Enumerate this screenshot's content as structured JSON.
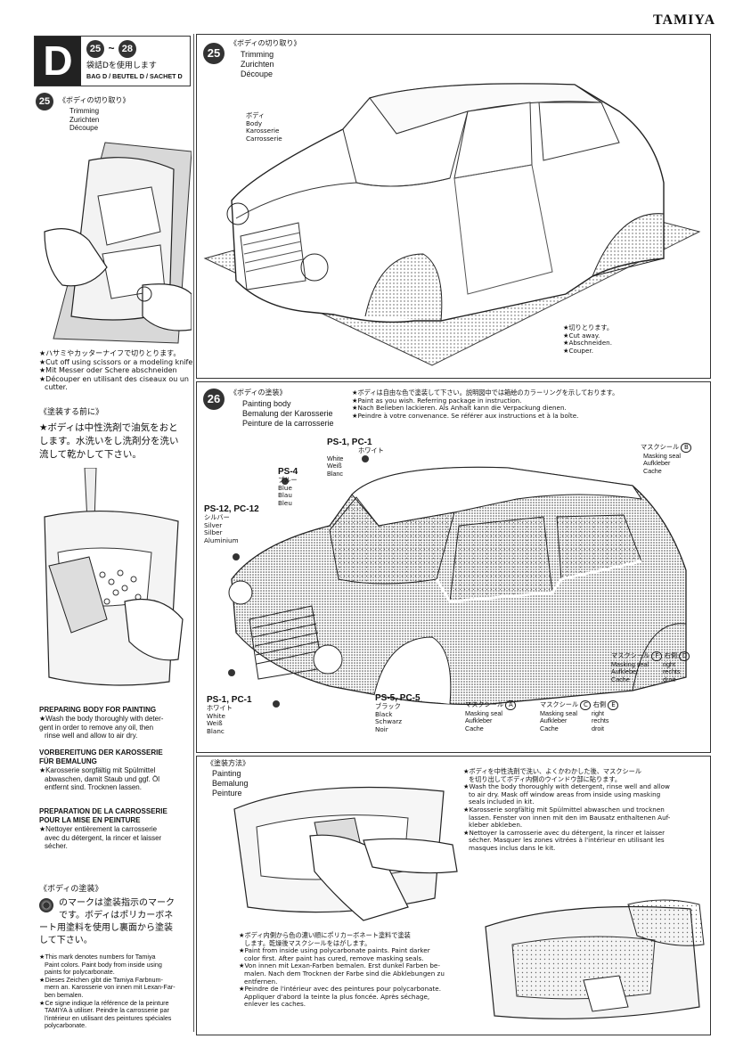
{
  "brand": "TAMIYA",
  "header": {
    "letter": "D",
    "step_from": "25",
    "step_sep": "~",
    "step_to": "28",
    "bag_jp": "袋詰Dを使用します",
    "bag": "BAG D / BEUTEL D / SACHET D"
  },
  "step25_small": {
    "num": "25",
    "title_jp": "《ボディの切り取り》",
    "title_lines": [
      "Trimming",
      "Zurichten",
      "Découpe"
    ],
    "notes": [
      "★ハサミやカッターナイフで切りとります。",
      "★Cut off using scissors or a modeling knife.",
      "★Mit Messer oder Schere abschneiden",
      "★Découper en utilisant des ciseaux ou un",
      "cutter."
    ]
  },
  "step25_big": {
    "num": "25",
    "title_jp": "《ボディの切り取り》",
    "title_lines": [
      "Trimming",
      "Zurichten",
      "Découpe"
    ],
    "body_label": [
      "ボディ",
      "Body",
      "Karosserie",
      "Carrosserie"
    ],
    "cut_notes": [
      "★切りとります。",
      "★Cut away.",
      "★Abschneiden.",
      "★Couper."
    ]
  },
  "prep": {
    "title_jp": "《塗装する前に》",
    "text_jp": [
      "★ボディは中性洗剤で油気をおと",
      "します。水洗いをし洗剤分を洗い",
      "流して乾かして下さい。"
    ],
    "en_title": "PREPARING BODY FOR PAINTING",
    "en_text": [
      "★Wash the body thoroughly with deter-",
      "gent in order to remove any oil, then",
      "rinse well and allow to air dry."
    ],
    "de_title": [
      "VORBEREITUNG DER KAROSSERIE",
      "FÜR BEMALUNG"
    ],
    "de_text": [
      "★Karosserie sorgfältig mit Spülmittel",
      "abwaschen, damit Staub und ggf. Öl",
      "entfernt sind. Trocknen lassen."
    ],
    "fr_title": [
      "PREPARATION DE LA CARROSSERIE",
      "POUR LA MISE EN PEINTURE"
    ],
    "fr_text": [
      "★Nettoyer entièrement la carrosserie",
      "avec du détergent, la rincer et laisser",
      "sécher."
    ]
  },
  "paintnote": {
    "title_jp": "《ボディの塗装》",
    "text_jp": [
      "のマークは塗装指示のマーク",
      "です。ボディはポリカーボネ",
      "ート用塗料を使用し裏面から塗装",
      "して下さい。"
    ],
    "text": [
      "★This mark denotes numbers for Tamiya",
      "Paint colors. Paint body from inside using",
      "paints for polycarbonate.",
      "★Dieses Zeichen gibt die Tamiya Farbnum-",
      "mern an. Karosserie von innen mit Lexan-Far-",
      "ben bemalen.",
      "★Ce signe indique la référence de la peinture",
      "TAMIYA à utiliser. Peindre la carrosserie par",
      "l'intérieur en utilisant des peintures spéciales",
      "polycarbonate."
    ]
  },
  "step26": {
    "num": "26",
    "title_jp": "《ボディの塗装》",
    "title_lines": [
      "Painting body",
      "Bemalung der Karosserie",
      "Peinture de la carrosserie"
    ],
    "notes": [
      "★ボディは自由な色で塗装して下さい。説明図中では箱絵のカラーリングを示しております。",
      "★Paint as you wish. Referring package in instruction.",
      "★Nach Belieben lackieren. Als Anhalt kann die Verpackung dienen.",
      "★Peindre à votre convenance. Se référer aux instructions et à la boîte."
    ],
    "colors": {
      "white_top": {
        "code": "PS-1, PC-1",
        "names": [
          "ホワイト",
          "White",
          "Weiß",
          "Blanc"
        ]
      },
      "blue": {
        "code": "PS-4",
        "names": [
          "ブルー",
          "Blue",
          "Blau",
          "Bleu"
        ]
      },
      "silver": {
        "code": "PS-12, PC-12",
        "names": [
          "シルバー",
          "Silver",
          "Silber",
          "Aluminium"
        ]
      },
      "white_bottom": {
        "code": "PS-1, PC-1",
        "names": [
          "ホワイト",
          "White",
          "Weiß",
          "Blanc"
        ]
      },
      "black": {
        "code": "PS-5, PC-5",
        "names": [
          "ブラック",
          "Black",
          "Schwarz",
          "Noir"
        ]
      }
    },
    "masks": {
      "b": {
        "jp": "マスクシール",
        "letter": "B",
        "lines": [
          "Masking seal",
          "Aufkleber",
          "Cache"
        ]
      },
      "f": {
        "jp": "マスクシール",
        "letter": "F",
        "side_jp": "右側",
        "letter2": "D",
        "lines": [
          "Masking seal",
          "Aufkleber",
          "Cache"
        ],
        "side": [
          "right",
          "rechts",
          "droit"
        ]
      },
      "a": {
        "jp": "マスクシール",
        "letter": "A",
        "lines": [
          "Masking seal",
          "Aufkleber",
          "Cache"
        ]
      },
      "c": {
        "jp": "マスクシール",
        "letter": "C",
        "side_jp": "右側",
        "letter2": "E",
        "lines": [
          "Masking seal",
          "Aufkleber",
          "Cache"
        ],
        "side": [
          "right",
          "rechts",
          "droit"
        ]
      }
    }
  },
  "painting": {
    "title_jp": "《塗装方法》",
    "title_lines": [
      "Painting",
      "Bemalung",
      "Peinture"
    ],
    "right_notes": [
      "★ボディを中性洗剤で洗い、よくかわかした後、マスクシール",
      "を切り出してボディ内側のウインドウ部に貼ります。",
      "★Wash the body thoroughly with detergent, rinse well and allow",
      "to air dry. Mask off window areas from inside using masking",
      "seals included in kit.",
      "★Karosserie sorgfältig mit Spülmittel abwaschen und trocknen",
      "lassen. Fenster von innen mit den im Bausatz enthaltenen Auf-",
      "kleber abkleben.",
      "★Nettoyer la carrosserie avec du détergent, la rincer et laisser",
      "sécher. Masquer les zones vitrées à l'intérieur en utilisant les",
      "masques inclus dans le kit."
    ],
    "bottom_notes": [
      "★ボディ内側から色の濃い順にポリカーボネート塗料で塗装",
      "します。乾燥後マスクシールをはがします。",
      "★Paint from inside using polycarbonate paints. Paint darker",
      "color first. After paint has cured, remove masking seals.",
      "★Von innen mit Lexan-Farben bemalen. Erst dunkel Farben be-",
      "malen. Nach dem Trocknen der Farbe sind die Abklebungen zu",
      "entfernen.",
      "★Peindre de l'intérieur avec des peintures pour polycarbonate.",
      "Appliquer d'abord la teinte la plus foncée. Après séchage,",
      "enlever les caches."
    ]
  }
}
